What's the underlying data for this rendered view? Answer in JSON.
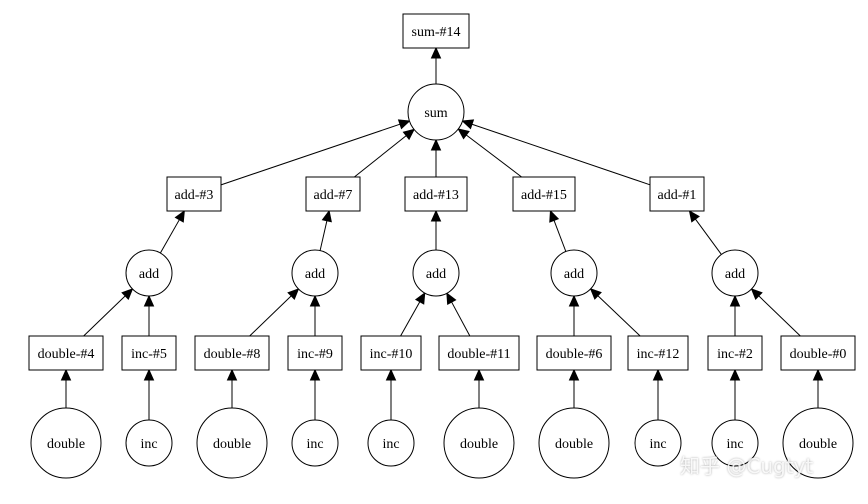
{
  "graph": {
    "nodes": {
      "sum14": {
        "label": "sum-#14",
        "shape": "box"
      },
      "sum": {
        "label": "sum",
        "shape": "circle"
      },
      "add3": {
        "label": "add-#3",
        "shape": "box"
      },
      "add7": {
        "label": "add-#7",
        "shape": "box"
      },
      "add13": {
        "label": "add-#13",
        "shape": "box"
      },
      "add15": {
        "label": "add-#15",
        "shape": "box"
      },
      "add1": {
        "label": "add-#1",
        "shape": "box"
      },
      "addA": {
        "label": "add",
        "shape": "circle"
      },
      "addB": {
        "label": "add",
        "shape": "circle"
      },
      "addC": {
        "label": "add",
        "shape": "circle"
      },
      "addD": {
        "label": "add",
        "shape": "circle"
      },
      "addE": {
        "label": "add",
        "shape": "circle"
      },
      "double4": {
        "label": "double-#4",
        "shape": "box"
      },
      "inc5": {
        "label": "inc-#5",
        "shape": "box"
      },
      "double8": {
        "label": "double-#8",
        "shape": "box"
      },
      "inc9": {
        "label": "inc-#9",
        "shape": "box"
      },
      "inc10": {
        "label": "inc-#10",
        "shape": "box"
      },
      "double11": {
        "label": "double-#11",
        "shape": "box"
      },
      "double6": {
        "label": "double-#6",
        "shape": "box"
      },
      "inc12": {
        "label": "inc-#12",
        "shape": "box"
      },
      "inc2": {
        "label": "inc-#2",
        "shape": "box"
      },
      "double0": {
        "label": "double-#0",
        "shape": "box"
      },
      "fd4": {
        "label": "double",
        "shape": "circle"
      },
      "fi5": {
        "label": "inc",
        "shape": "circle"
      },
      "fd8": {
        "label": "double",
        "shape": "circle"
      },
      "fi9": {
        "label": "inc",
        "shape": "circle"
      },
      "fi10": {
        "label": "inc",
        "shape": "circle"
      },
      "fd11": {
        "label": "double",
        "shape": "circle"
      },
      "fd6": {
        "label": "double",
        "shape": "circle"
      },
      "fi12": {
        "label": "inc",
        "shape": "circle"
      },
      "fi2": {
        "label": "inc",
        "shape": "circle"
      },
      "fd0": {
        "label": "double",
        "shape": "circle"
      }
    },
    "edges": [
      [
        "sum",
        "sum14"
      ],
      [
        "add3",
        "sum"
      ],
      [
        "add7",
        "sum"
      ],
      [
        "add13",
        "sum"
      ],
      [
        "add15",
        "sum"
      ],
      [
        "add1",
        "sum"
      ],
      [
        "addA",
        "add3"
      ],
      [
        "addB",
        "add7"
      ],
      [
        "addC",
        "add13"
      ],
      [
        "addD",
        "add15"
      ],
      [
        "addE",
        "add1"
      ],
      [
        "double4",
        "addA"
      ],
      [
        "inc5",
        "addA"
      ],
      [
        "double8",
        "addB"
      ],
      [
        "inc9",
        "addB"
      ],
      [
        "inc10",
        "addC"
      ],
      [
        "double11",
        "addC"
      ],
      [
        "double6",
        "addD"
      ],
      [
        "inc12",
        "addD"
      ],
      [
        "inc2",
        "addE"
      ],
      [
        "double0",
        "addE"
      ],
      [
        "fd4",
        "double4"
      ],
      [
        "fi5",
        "inc5"
      ],
      [
        "fd8",
        "double8"
      ],
      [
        "fi9",
        "inc9"
      ],
      [
        "fi10",
        "inc10"
      ],
      [
        "fd11",
        "double11"
      ],
      [
        "fd6",
        "double6"
      ],
      [
        "fi12",
        "inc12"
      ],
      [
        "fi2",
        "inc2"
      ],
      [
        "fd0",
        "double0"
      ]
    ]
  },
  "watermark": "知乎 @Cugtyt"
}
